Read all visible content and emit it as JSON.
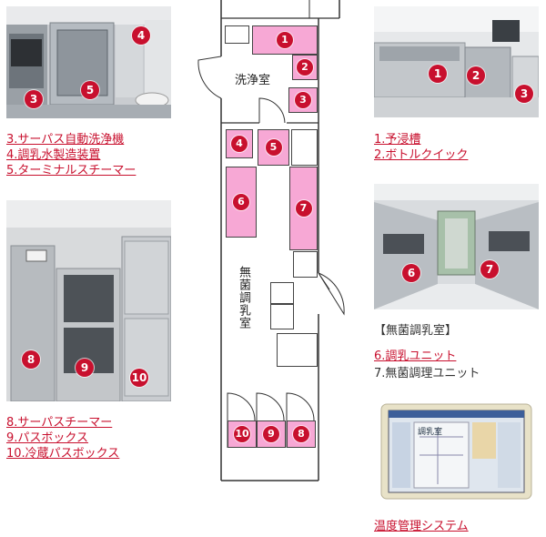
{
  "photo1": {
    "markers": [
      "3",
      "4",
      "5"
    ]
  },
  "list1": [
    "3.サーパス自動洗浄機",
    "4.調乳水製造装置",
    "5.ターミナルスチーマー"
  ],
  "photo2": {
    "markers": [
      "8",
      "9",
      "10"
    ]
  },
  "list2": [
    "8.サーパスチーマー",
    "9.パスボックス",
    "10.冷蔵パスボックス"
  ],
  "photo3": {
    "markers": [
      "1",
      "2",
      "3"
    ]
  },
  "list3": [
    "1.予浸槽",
    "2.ボトルクイック"
  ],
  "photo4": {
    "markers": [
      "6",
      "7"
    ]
  },
  "room_caption": "【無菌調乳室】",
  "list4_link": "6.調乳ユニット",
  "list4_plain": "7.無菌調理ユニット",
  "photo5": {
    "screen_title": "調乳室"
  },
  "list5": [
    "温度管理システム"
  ],
  "plan": {
    "label_wash": "洗浄室",
    "label_sterile": "無菌調乳室",
    "markers": [
      "1",
      "2",
      "3",
      "4",
      "5",
      "6",
      "7",
      "8",
      "9",
      "10"
    ]
  },
  "colors": {
    "accent": "#c8102e",
    "room_fill": "#f7a8d5",
    "wall": "#444444"
  }
}
